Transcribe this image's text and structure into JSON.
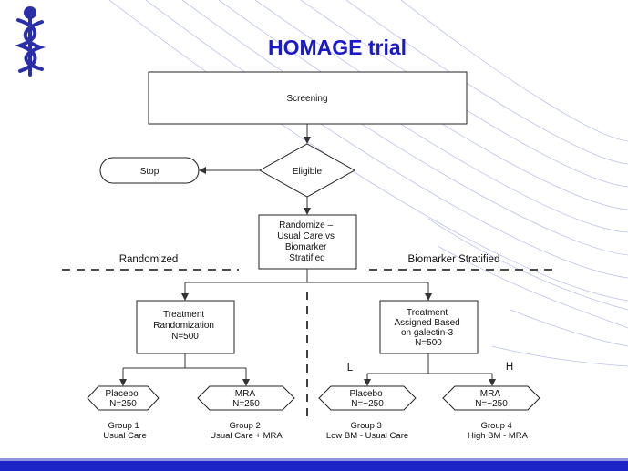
{
  "slide": {
    "title": "HOMAGE trial",
    "colors": {
      "title": "#1a1acc",
      "bottom_bar": "#1c24c8",
      "accent_curves": "#bcc3e8",
      "logo": "#2a2fa8"
    },
    "logo_icon": "caduceus-logo-icon"
  },
  "flowchart": {
    "screening": "Screening",
    "eligible": "Eligible",
    "stop": "Stop",
    "randomize": [
      "Randomize –",
      "Usual Care vs",
      "Biomarker",
      "Stratified"
    ],
    "section_left": "Randomized",
    "section_right": "Biomarker Stratified",
    "treat_random": [
      "Treatment",
      "Randomization",
      "N=500"
    ],
    "treat_assigned": [
      "Treatment",
      "Assigned Based",
      "on galectin-3",
      "N=500"
    ],
    "label_low": "L",
    "label_high": "H",
    "arms": [
      {
        "line1": "Placebo",
        "line2": "N=250",
        "group": "Group 1",
        "desc": "Usual Care"
      },
      {
        "line1": "MRA",
        "line2": "N=250",
        "group": "Group 2",
        "desc": "Usual Care + MRA"
      },
      {
        "line1": "Placebo",
        "line2": "N=~250",
        "group": "Group 3",
        "desc": "Low BM - Usual Care"
      },
      {
        "line1": "MRA",
        "line2": "N=~250",
        "group": "Group 4",
        "desc": "High BM - MRA"
      }
    ]
  }
}
